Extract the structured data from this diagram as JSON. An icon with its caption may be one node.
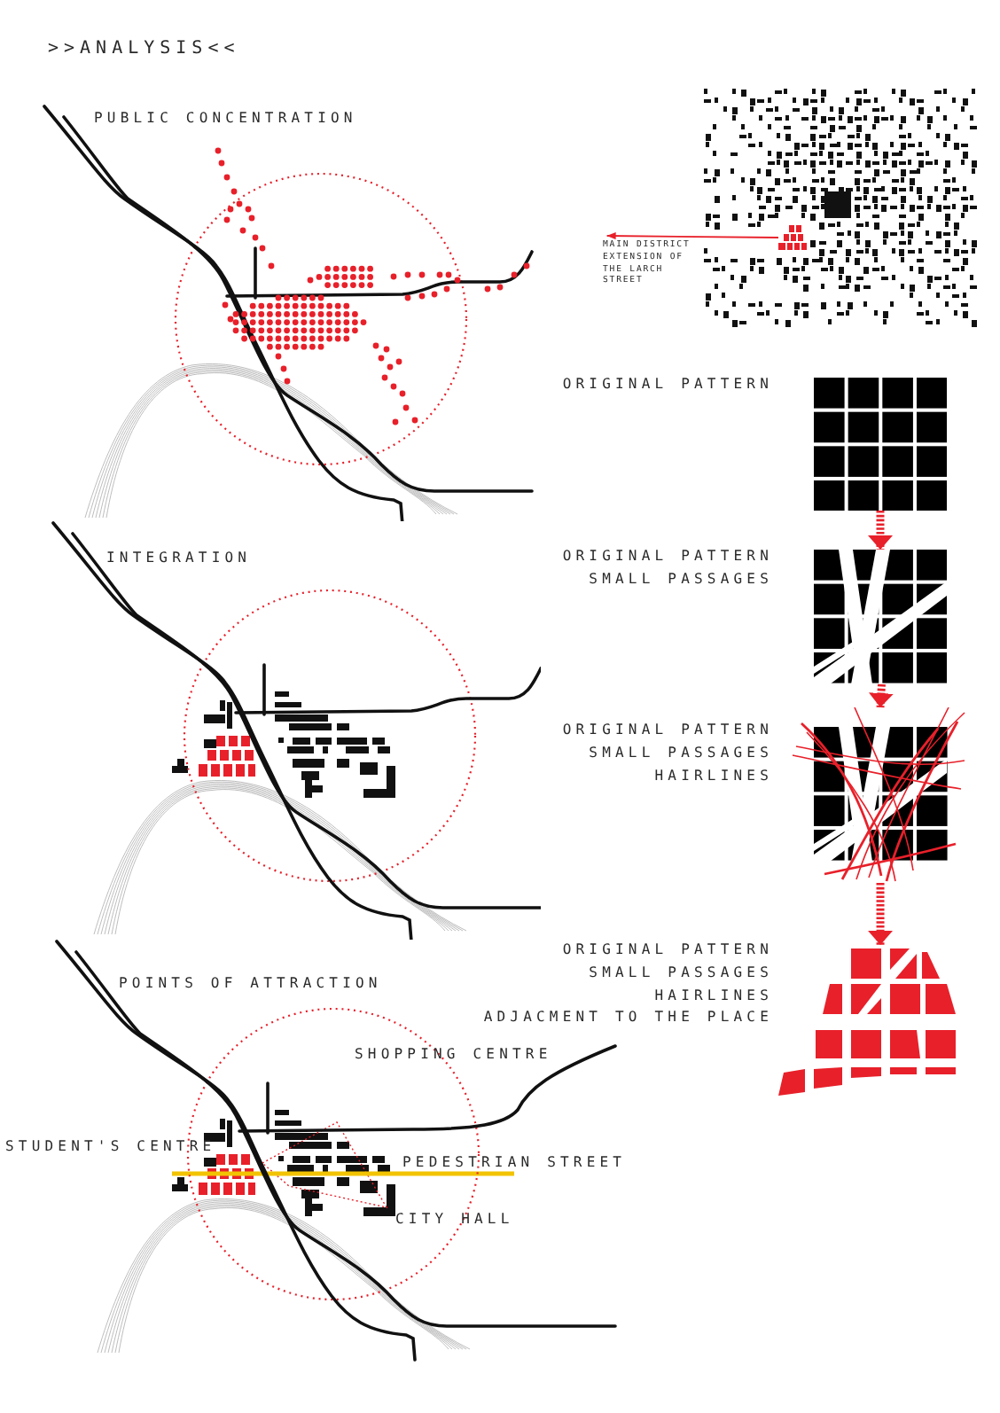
{
  "diagram": {
    "title": ">>ANALYSIS<<",
    "nodes": [
      {
        "text": [],
        "shape": "picture"
      },
      {
        "text": [],
        "shape": "picture",
        "in": 0
      },
      {
        "text": [
          "MAIN DISTRICT EXTENSION OF THE LARCH STREET"
        ]
      },
      {
        "text": [],
        "shape": "picture",
        "beside": [
          "ORIGINAL PATTERN"
        ]
      },
      {
        "text": [],
        "shape": "picture",
        "beside": [
          "ORIGINAL PATTERN",
          "SMALL PASSAGES"
        ]
      },
      {
        "text": [],
        "shape": "picture",
        "beside": [
          "ORIGINAL PATTERN",
          "SMALL PASSAGES",
          "HAIRLINES"
        ]
      },
      {
        "text": [],
        "shape": "picture",
        "beside": [
          "ORIGINAL PATTERN",
          "SMALL PASSAGES",
          "HAIRLINES",
          "ADJACMENT TO THE PLACE"
        ]
      }
    ],
    "edges": [
      {
        "from": 1,
        "to": 2,
        "arrow": "to"
      },
      {
        "from": 3,
        "to": 4,
        "arrow": "to",
        "style": "dashed"
      },
      {
        "from": 4,
        "to": 5,
        "arrow": "to",
        "style": "dashed"
      },
      {
        "from": 5,
        "to": 6,
        "arrow": "to",
        "style": "dashed"
      }
    ],
    "labels": [
      "PUBLIC CONCENTRATION",
      "INTEGRATION",
      "POINTS OF ATTRACTION",
      "SHOPPING CENTRE",
      "STUDENT'S CENTRE",
      "PEDESTRIAN STREET",
      "CITY HALL"
    ]
  }
}
